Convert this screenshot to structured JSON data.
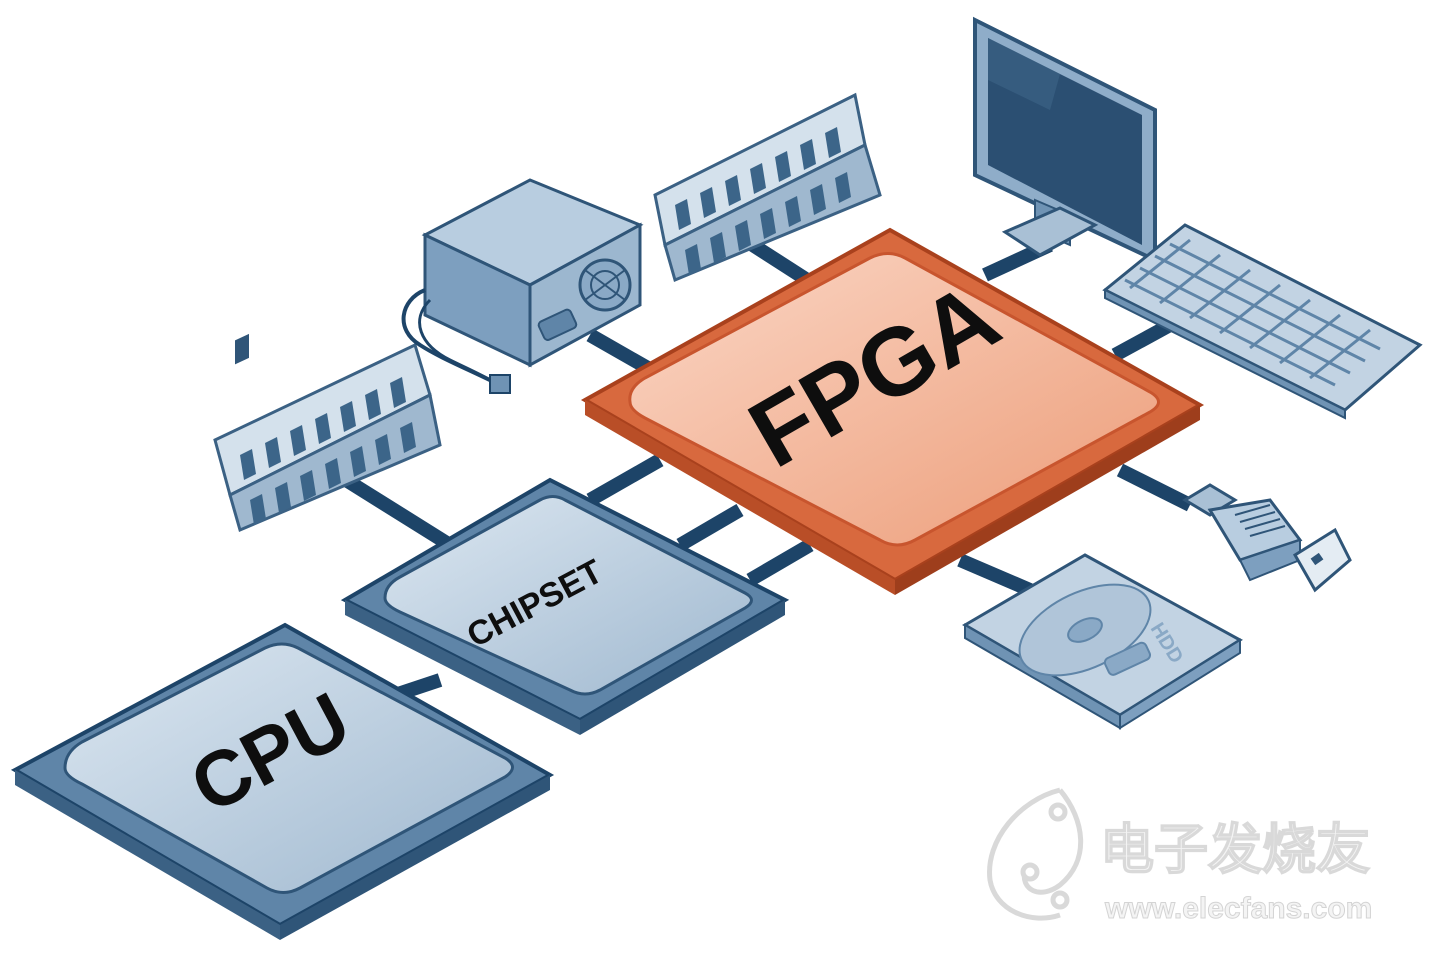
{
  "labels": {
    "fpga": "FPGA",
    "chipset": "CHIPSET",
    "cpu": "CPU",
    "hdd": "HDD"
  },
  "watermark": {
    "cn": "电子发烧友",
    "url": "www.elecfans.com"
  },
  "colors": {
    "fpga_fill": "#f2a88a",
    "fpga_edge": "#c8552e",
    "chip_fill": "#b4c8dc",
    "chip_edge": "#3b6184",
    "bus": "#1d4468",
    "peripheral": "#6f93b4"
  },
  "icons": [
    "power-supply-icon",
    "ram-module-icon",
    "monitor-icon",
    "keyboard-icon",
    "usb-plug-icon",
    "hard-drive-icon",
    "watermark-logo-icon"
  ]
}
